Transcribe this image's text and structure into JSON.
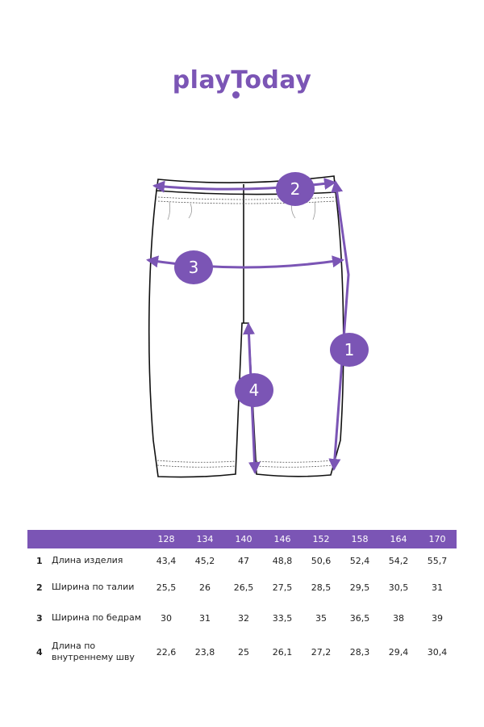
{
  "brand": {
    "logo_text": "playToday",
    "accent_color": "#7B55B5"
  },
  "diagram": {
    "markers": [
      "1",
      "2",
      "3",
      "4"
    ]
  },
  "size_table": {
    "sizes": [
      "128",
      "134",
      "140",
      "146",
      "152",
      "158",
      "164",
      "170"
    ],
    "rows": [
      {
        "num": "1",
        "name": "Длина изделия",
        "values": [
          "43,4",
          "45,2",
          "47",
          "48,8",
          "50,6",
          "52,4",
          "54,2",
          "55,7"
        ]
      },
      {
        "num": "2",
        "name": "Ширина по талии",
        "values": [
          "25,5",
          "26",
          "26,5",
          "27,5",
          "28,5",
          "29,5",
          "30,5",
          "31"
        ]
      },
      {
        "num": "3",
        "name": "Ширина по бедрам",
        "values": [
          "30",
          "31",
          "32",
          "33,5",
          "35",
          "36,5",
          "38",
          "39"
        ]
      },
      {
        "num": "4",
        "name": "Длина по внутреннему шву",
        "values": [
          "22,6",
          "23,8",
          "25",
          "26,1",
          "27,2",
          "28,3",
          "29,4",
          "30,4"
        ]
      }
    ]
  }
}
